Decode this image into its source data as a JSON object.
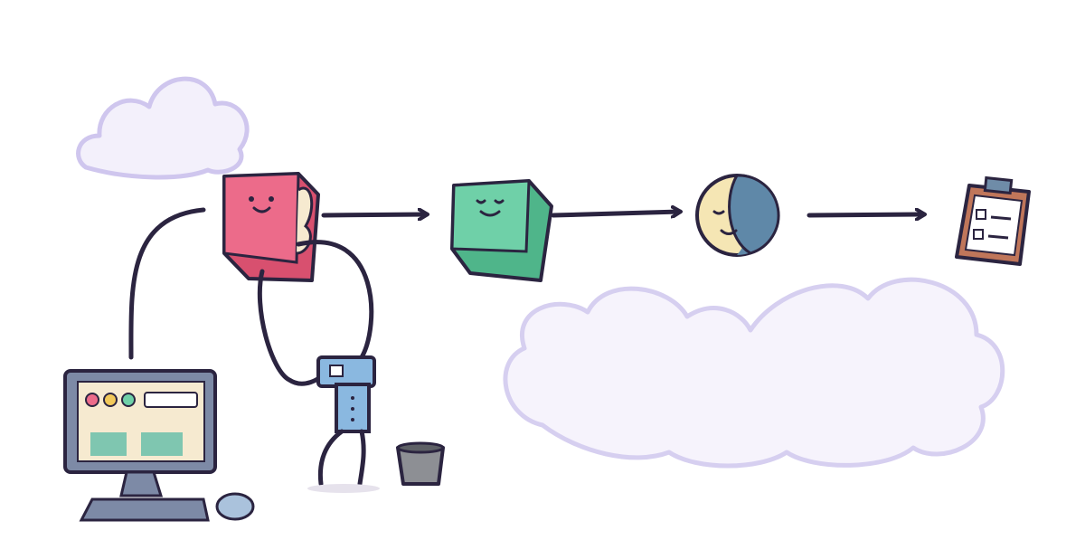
{
  "illustration": {
    "elements": [
      "cloud",
      "cloud",
      "desktop-computer",
      "pink-cube",
      "robot",
      "bucket",
      "green-cube",
      "moon",
      "clipboard"
    ],
    "colors": {
      "ink": "#2b2440",
      "cloud_stroke": "#cfc6ee",
      "cloud_fill": "#f3f0fb",
      "pink": "#ec6b8a",
      "green": "#6fd0a8",
      "moon": "#f5e6b4",
      "moon_shade": "#5f88a8",
      "robot_blue": "#8ab8e0",
      "monitor_frame": "#7d8aa6",
      "screen": "#f6ead0",
      "clipboard": "#c0765a",
      "bucket": "#8d8f94"
    }
  }
}
